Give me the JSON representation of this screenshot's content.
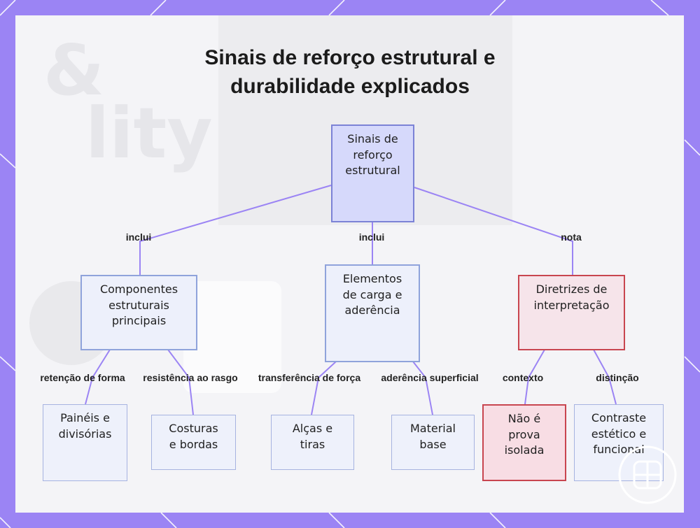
{
  "title": "Sinais de reforço estrutural e\ndurabilidade explicados",
  "nodes": {
    "root": "Sinais de\nreforço\nestrutural",
    "components": "Componentes\nestruturais\nprincipais",
    "load": "Elementos\nde carga e\naderência",
    "guidelines": "Diretrizes de\ninterpretação",
    "panels": "Painéis e\ndivisórias",
    "seams": "Costuras\ne bordas",
    "straps": "Alças e\ntiras",
    "material": "Material\nbase",
    "not_proof": "Não é\nprova\nisolada",
    "contrast": "Contraste\nestético e\nfuncional"
  },
  "edge_labels": {
    "root_components": "inclui",
    "root_load": "inclui",
    "root_guidelines": "nota",
    "components_panels": "retenção de forma",
    "components_seams": "resistência ao rasgo",
    "load_straps": "transferência de força",
    "load_material": "aderência superficial",
    "guidelines_not_proof": "contexto",
    "guidelines_contrast": "distinção"
  },
  "colors": {
    "frame": "#9b84f4",
    "edge": "#9b84f4",
    "root_fill": "#d6d9fb",
    "warn_border": "#c8454f"
  }
}
